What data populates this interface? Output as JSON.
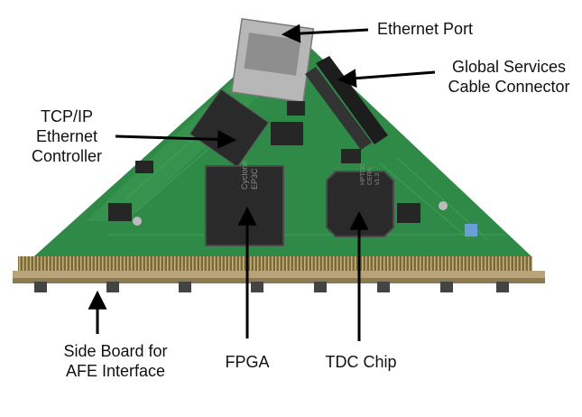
{
  "labels": {
    "ethernet_port": [
      "Ethernet Port"
    ],
    "global_services": [
      "Global Services",
      "Cable Connector"
    ],
    "tcpip": [
      "TCP/IP",
      "Ethernet",
      "Controller"
    ],
    "side_board": [
      "Side Board for",
      "AFE Interface"
    ],
    "fpga": [
      "FPGA"
    ],
    "tdc": [
      "TDC Chip"
    ]
  },
  "chip_markings": {
    "fpga": [
      "Cyclone",
      "EP3C"
    ],
    "tdc": [
      "HPTDC",
      "CERN",
      "v1.3"
    ]
  },
  "colors": {
    "pcb": "#2f8a47",
    "pcb_dark": "#1f6a34",
    "chip": "#2a2a2a",
    "arrow": "#000000",
    "background": "#ffffff"
  }
}
